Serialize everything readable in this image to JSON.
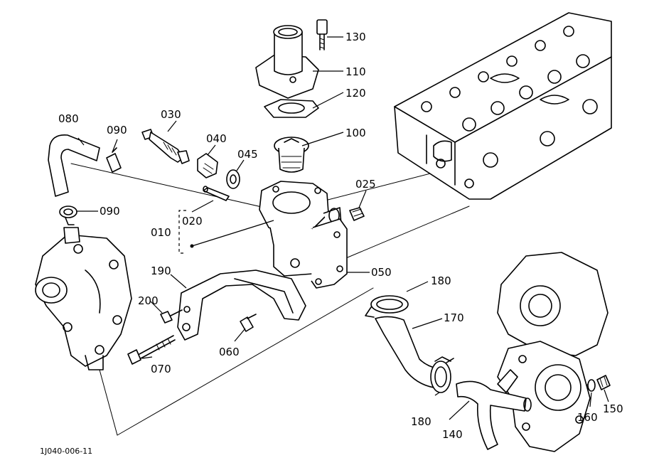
{
  "diagram": {
    "labels": {
      "p010": "010",
      "p020": "020",
      "p025": "025",
      "p030": "030",
      "p040": "040",
      "p045": "045",
      "p050": "050",
      "p060": "060",
      "p070": "070",
      "p080": "080",
      "p090a": "090",
      "p090b": "090",
      "p100": "100",
      "p110": "110",
      "p120": "120",
      "p130": "130",
      "p140": "140",
      "p150": "150",
      "p160": "160",
      "p170": "170",
      "p180a": "180",
      "p180b": "180",
      "p190": "190",
      "p200": "200"
    },
    "drawing_code": "1J040-006-11"
  }
}
